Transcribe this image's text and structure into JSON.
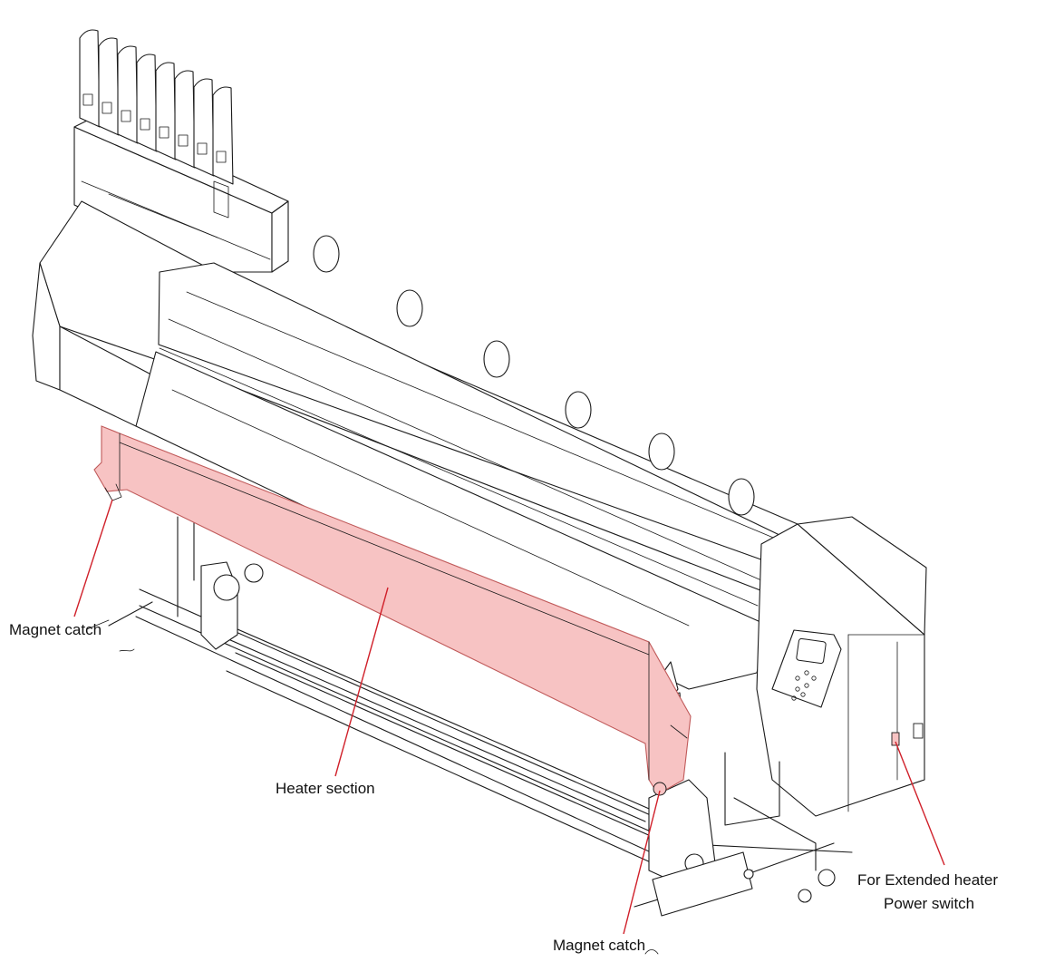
{
  "labels": {
    "magnet_catch_left": "Magnet catch",
    "heater_section": "Heater section",
    "magnet_catch_bottom": "Magnet catch",
    "extended_heater_line1": "For Extended heater",
    "extended_heater_line2": "Power switch"
  },
  "colors": {
    "heater_highlight": "#f7c3c3",
    "heater_outline": "#c05a5a",
    "leader_line": "#d0202a",
    "drawing_ink": "#1a1a1a"
  },
  "icons": {
    "ink_cartridge": "ink-cartridge-icon",
    "operation_panel": "operation-panel-icon",
    "power_switch": "power-switch-icon"
  }
}
